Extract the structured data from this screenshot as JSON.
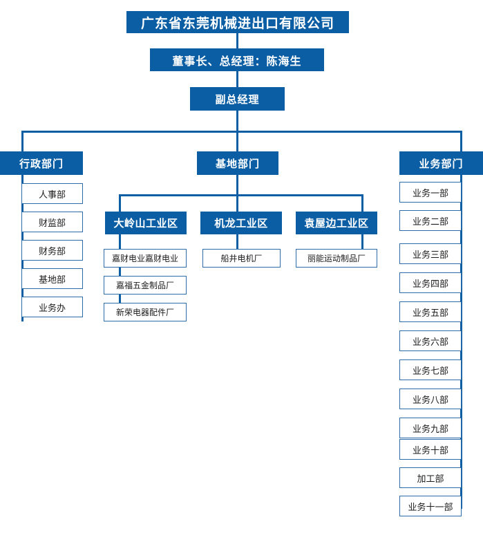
{
  "chart_data": {
    "type": "diagram",
    "title": "广东省东莞机械进出口有限公司 组织架构图",
    "orientation": "top-down"
  },
  "root": {
    "label": "广东省东莞机械进出口有限公司"
  },
  "chairman": {
    "label": "董事长、总经理：陈海生"
  },
  "vice_gm": {
    "label": "副总经理"
  },
  "colors": {
    "header_fill": "#0B5EA4",
    "connector": "#0B5EA4",
    "box_border": "#2B6CA8",
    "header_text": "#FFFFFF",
    "leaf_text": "#1C1C1C",
    "background": "#FFFFFF"
  },
  "branches": {
    "admin": {
      "label": "行政部门",
      "items": [
        {
          "label": "人事部"
        },
        {
          "label": "财监部"
        },
        {
          "label": "财务部"
        },
        {
          "label": "基地部"
        },
        {
          "label": "业务办"
        }
      ]
    },
    "base": {
      "label": "基地部门",
      "zones": [
        {
          "label": "大岭山工业区",
          "items": [
            {
              "label": "嘉财电业嘉财电业"
            },
            {
              "label": "嘉福五金制品厂"
            },
            {
              "label": "新荣电器配件厂"
            }
          ]
        },
        {
          "label": "机龙工业区",
          "items": [
            {
              "label": "船井电机厂"
            }
          ]
        },
        {
          "label": "袁屋边工业区",
          "items": [
            {
              "label": "丽能运动制品厂"
            }
          ]
        }
      ]
    },
    "business": {
      "label": "业务部门",
      "items": [
        {
          "label": "业务一部"
        },
        {
          "label": "业务二部"
        },
        {
          "label": "业务三部"
        },
        {
          "label": "业务四部"
        },
        {
          "label": "业务五部"
        },
        {
          "label": "业务六部"
        },
        {
          "label": "业务七部"
        },
        {
          "label": "业务八部"
        },
        {
          "label": "业务九部"
        },
        {
          "label": "业务十部"
        },
        {
          "label": "加工部"
        },
        {
          "label": "业务十一部"
        }
      ]
    }
  }
}
